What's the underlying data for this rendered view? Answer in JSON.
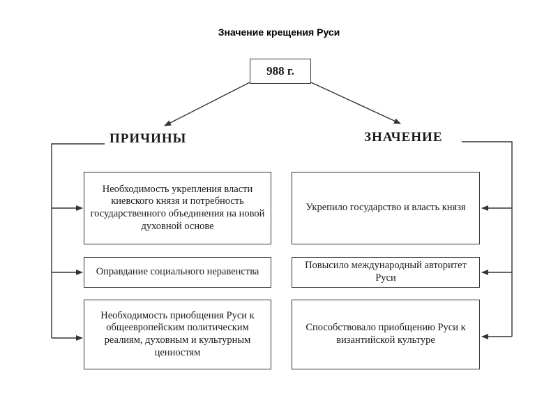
{
  "diagram": {
    "title": "Значение крещения Руси",
    "root": "988 г.",
    "left_branch": {
      "heading": "ПРИЧИНЫ",
      "items": [
        "Необходимость укрепления власти киевского князя и потребность государственного объединения на новой духовной основе",
        "Оправдание социального неравенства",
        "Необходимость приобщения Руси к общеевропейским политическим реалиям, духовным и культурным ценностям"
      ]
    },
    "right_branch": {
      "heading": "ЗНАЧЕНИЕ",
      "items": [
        "Укрепило государство и власть князя",
        "Повысило международный авторитет Руси",
        "Способствовало приобщению Руси к византийской культуре"
      ]
    }
  },
  "colors": {
    "line": "#333333",
    "border": "#333333",
    "text": "#1a1a1a"
  }
}
